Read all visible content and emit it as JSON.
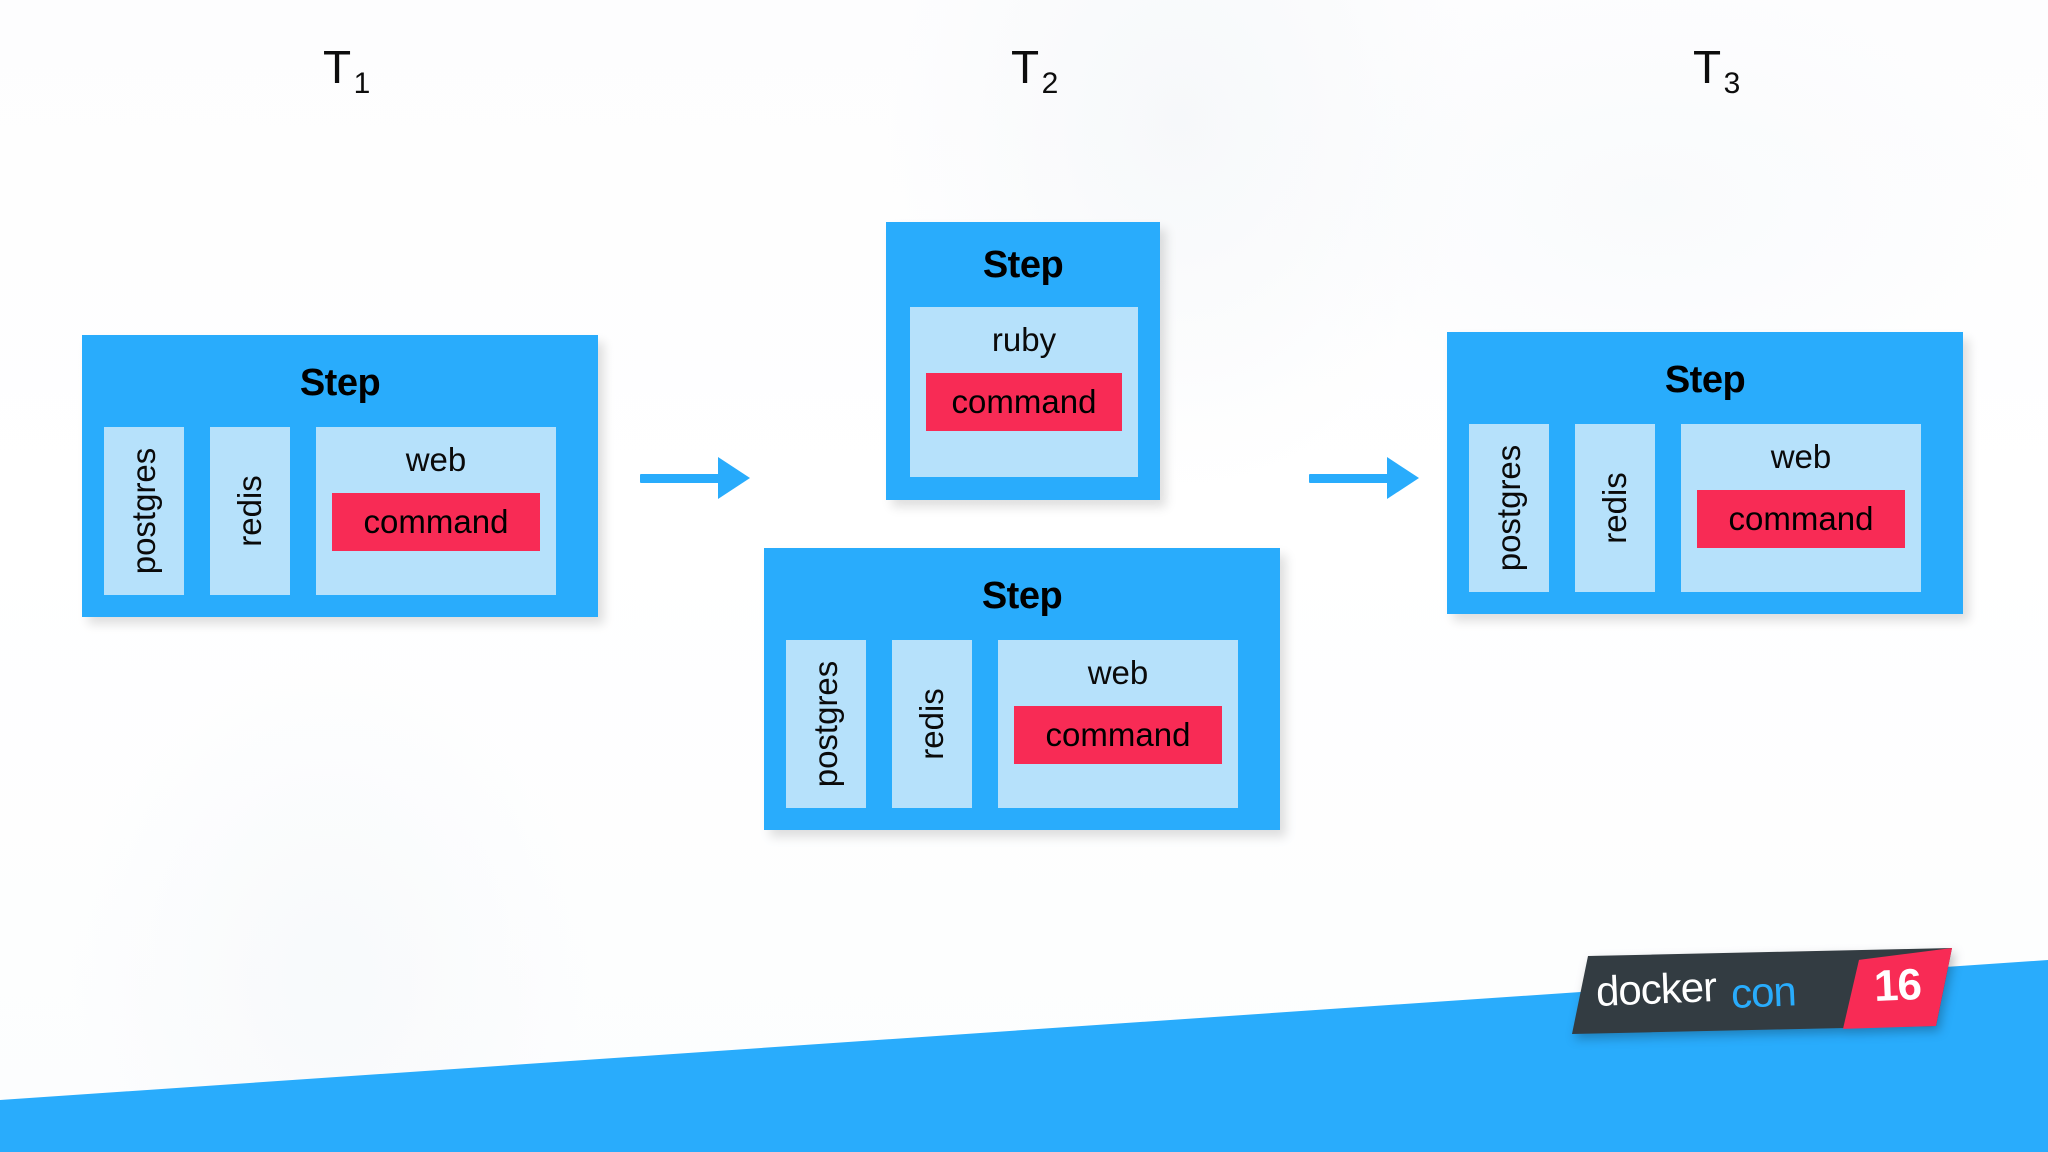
{
  "slide": {
    "background_color": "#ffffff",
    "accent_blue": "#29acfc",
    "light_blue": "#b6e1fb",
    "command_red": "#f82b55",
    "logo_dark": "#333c42"
  },
  "timeline": {
    "labels": [
      {
        "base": "T",
        "sub": "1"
      },
      {
        "base": "T",
        "sub": "2"
      },
      {
        "base": "T",
        "sub": "3"
      }
    ]
  },
  "arrows": [
    {
      "name": "arrow-t1-to-t2"
    },
    {
      "name": "arrow-t2-to-t3"
    }
  ],
  "steps": {
    "t1": {
      "title": "Step",
      "services": [
        {
          "name": "postgres",
          "orientation": "vertical"
        },
        {
          "name": "redis",
          "orientation": "vertical"
        },
        {
          "name": "web",
          "orientation": "horizontal",
          "command": "command"
        }
      ]
    },
    "t2_top": {
      "title": "Step",
      "services": [
        {
          "name": "ruby",
          "orientation": "horizontal",
          "command": "command"
        }
      ]
    },
    "t2_bottom": {
      "title": "Step",
      "services": [
        {
          "name": "postgres",
          "orientation": "vertical"
        },
        {
          "name": "redis",
          "orientation": "vertical"
        },
        {
          "name": "web",
          "orientation": "horizontal",
          "command": "command"
        }
      ]
    },
    "t3": {
      "title": "Step",
      "services": [
        {
          "name": "postgres",
          "orientation": "vertical"
        },
        {
          "name": "redis",
          "orientation": "vertical"
        },
        {
          "name": "web",
          "orientation": "horizontal",
          "command": "command"
        }
      ]
    }
  },
  "logo": {
    "word_primary": "docker",
    "word_secondary": "con",
    "year": "16"
  }
}
